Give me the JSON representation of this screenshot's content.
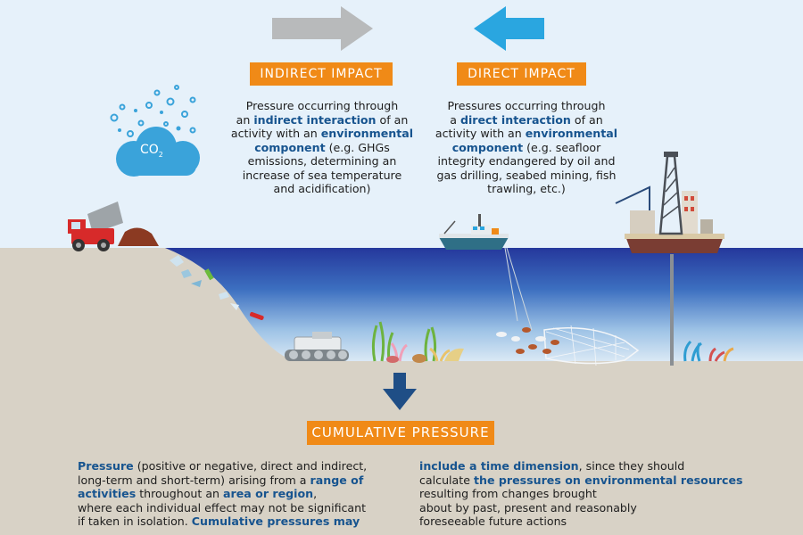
{
  "indirect": {
    "title": "INDIRECT IMPACT",
    "lines": [
      [
        {
          "t": "Pressure occurring through"
        }
      ],
      [
        {
          "t": "an "
        },
        {
          "t": "indirect interaction",
          "hl": true
        },
        {
          "t": " of an"
        }
      ],
      [
        {
          "t": "activity with an "
        },
        {
          "t": "environmental",
          "hl": true
        }
      ],
      [
        {
          "t": "component",
          "hl": true
        },
        {
          "t": " (e.g. GHGs"
        }
      ],
      [
        {
          "t": "emissions, determining an"
        }
      ],
      [
        {
          "t": "increase of sea temperature"
        }
      ],
      [
        {
          "t": "and acidification)"
        }
      ]
    ]
  },
  "direct": {
    "title": "DIRECT IMPACT",
    "lines": [
      [
        {
          "t": "Pressures occurring through"
        }
      ],
      [
        {
          "t": "a "
        },
        {
          "t": "direct interaction",
          "hl": true
        },
        {
          "t": " of an"
        }
      ],
      [
        {
          "t": "activity with an "
        },
        {
          "t": "environmental",
          "hl": true
        }
      ],
      [
        {
          "t": "component",
          "hl": true
        },
        {
          "t": " (e.g. seafloor"
        }
      ],
      [
        {
          "t": "integrity endangered by oil and"
        }
      ],
      [
        {
          "t": "gas drilling, seabed mining, fish"
        }
      ],
      [
        {
          "t": "trawling, etc.)"
        }
      ]
    ]
  },
  "cloud": {
    "text": "CO",
    "sub": "2"
  },
  "cumulative": {
    "title": "CUMULATIVE PRESSURE",
    "left_lines": [
      [
        {
          "t": "Pressure",
          "hl": true
        },
        {
          "t": " (positive or negative, direct and indirect,"
        }
      ],
      [
        {
          "t": "long-term and short-term) arising from a "
        },
        {
          "t": "range of",
          "hl": true
        }
      ],
      [
        {
          "t": "activities",
          "hl": true
        },
        {
          "t": " throughout an "
        },
        {
          "t": "area or region",
          "hl": true
        },
        {
          "t": ","
        }
      ],
      [
        {
          "t": "where each individual effect may not be significant"
        }
      ],
      [
        {
          "t": "if taken in isolation. "
        },
        {
          "t": "Cumulative pressures may",
          "hl": true
        }
      ]
    ],
    "right_lines": [
      [
        {
          "t": "include a time dimension",
          "hl": true
        },
        {
          "t": ", since they should"
        }
      ],
      [
        {
          "t": "calculate "
        },
        {
          "t": "the pressures on environmental resources",
          "hl": true
        }
      ],
      [
        {
          "t": "resulting from changes brought"
        }
      ],
      [
        {
          "t": "about by past, present and reasonably"
        }
      ],
      [
        {
          "t": "foreseeable future actions"
        }
      ]
    ]
  },
  "colors": {
    "orange": "#f08a17",
    "highlight": "#17548f",
    "arrow_grey": "#b8babb",
    "arrow_blue": "#2aa6e0",
    "arrow_down": "#1f4e86",
    "seabed": "#d8d2c6",
    "water_top": "#25389c",
    "cloud": "#3aa3da"
  }
}
